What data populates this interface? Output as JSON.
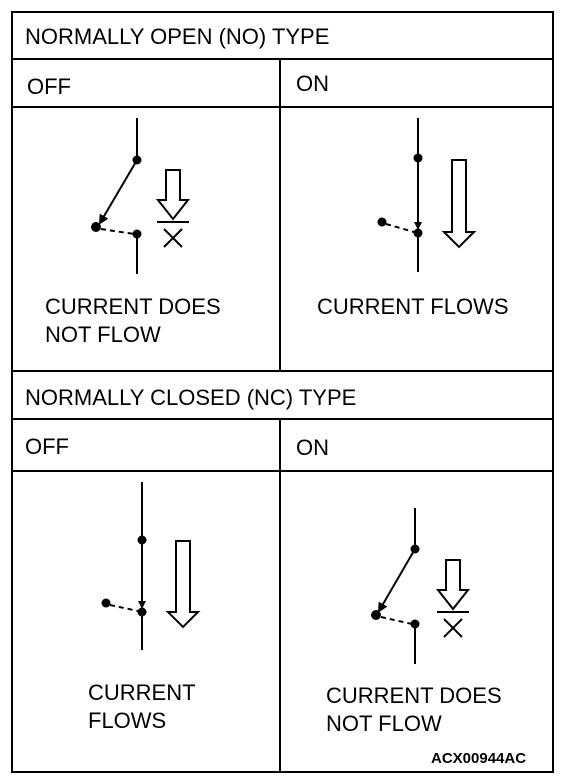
{
  "no_section": {
    "title": "NORMALLY OPEN (NO) TYPE",
    "off": {
      "header": "OFF",
      "caption_line1": "CURRENT DOES",
      "caption_line2": "NOT FLOW"
    },
    "on": {
      "header": "ON",
      "caption_line1": "CURRENT FLOWS"
    }
  },
  "nc_section": {
    "title": "NORMALLY CLOSED (NC) TYPE",
    "off": {
      "header": "OFF",
      "caption_line1": "CURRENT",
      "caption_line2": "FLOWS"
    },
    "on": {
      "header": "ON",
      "caption_line1": "CURRENT DOES",
      "caption_line2": "NOT FLOW"
    }
  },
  "figure_code": "ACX00944AC"
}
